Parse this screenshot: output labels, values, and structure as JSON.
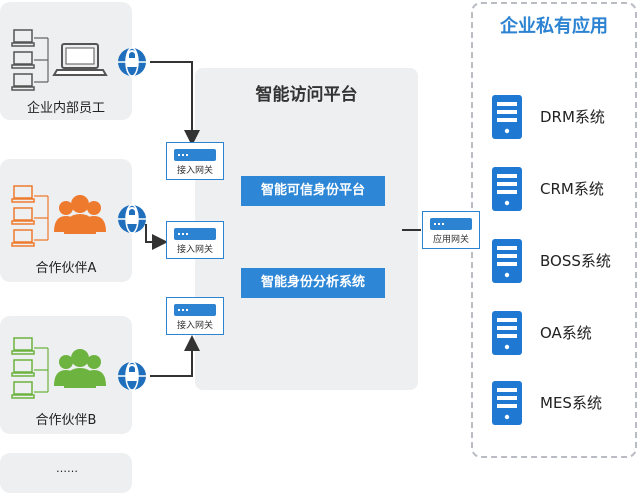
{
  "groups": {
    "employees": "企业内部员工",
    "partner_a": "合作伙伴A",
    "partner_b": "合作伙伴B",
    "more": "……"
  },
  "platform": {
    "title": "智能访问平台",
    "trusted_identity": "智能可信身份平台",
    "identity_analysis": "智能身份分析系统"
  },
  "gateways": {
    "access_1": "接入网关",
    "access_2": "接入网关",
    "access_3": "接入网关",
    "application": "应用网关"
  },
  "private_apps": {
    "title": "企业私有应用",
    "systems": [
      "DRM系统",
      "CRM系统",
      "BOSS系统",
      "OA系统",
      "MES系统"
    ]
  },
  "colors": {
    "accent_blue": "#2d86d6",
    "partner_a": "#ee7a2e",
    "partner_b": "#6db33f",
    "employee": "#555555"
  },
  "icons": [
    "laptop-icon",
    "desktop-icon",
    "people-icon",
    "globe-lock-icon",
    "server-icon",
    "gateway-icon"
  ]
}
